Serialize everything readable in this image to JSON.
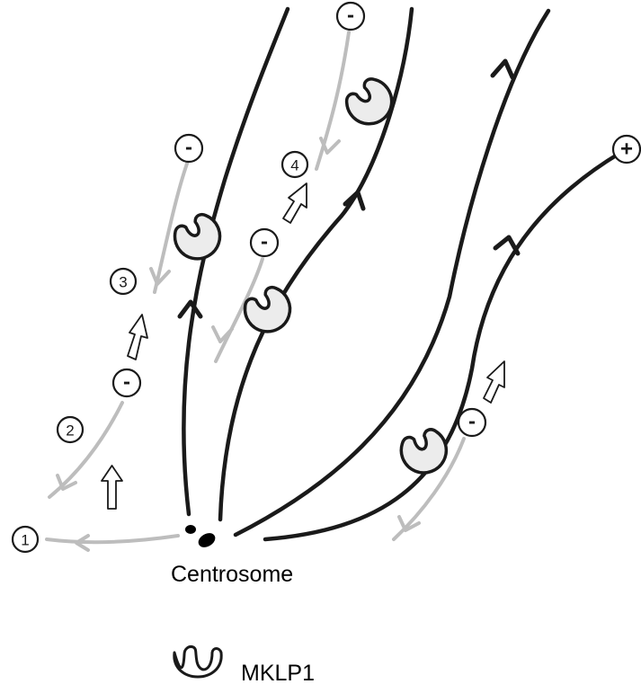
{
  "labels": {
    "centrosome": "Centrosome",
    "legend": "MKLP1"
  },
  "steps": [
    "1",
    "2",
    "3",
    "4"
  ],
  "signs": {
    "minus": "-",
    "plus": "+"
  },
  "colors": {
    "microtubule": "#1a1a1a",
    "transport_track": "#bdbdbd",
    "motor_fill": "#ececec"
  }
}
